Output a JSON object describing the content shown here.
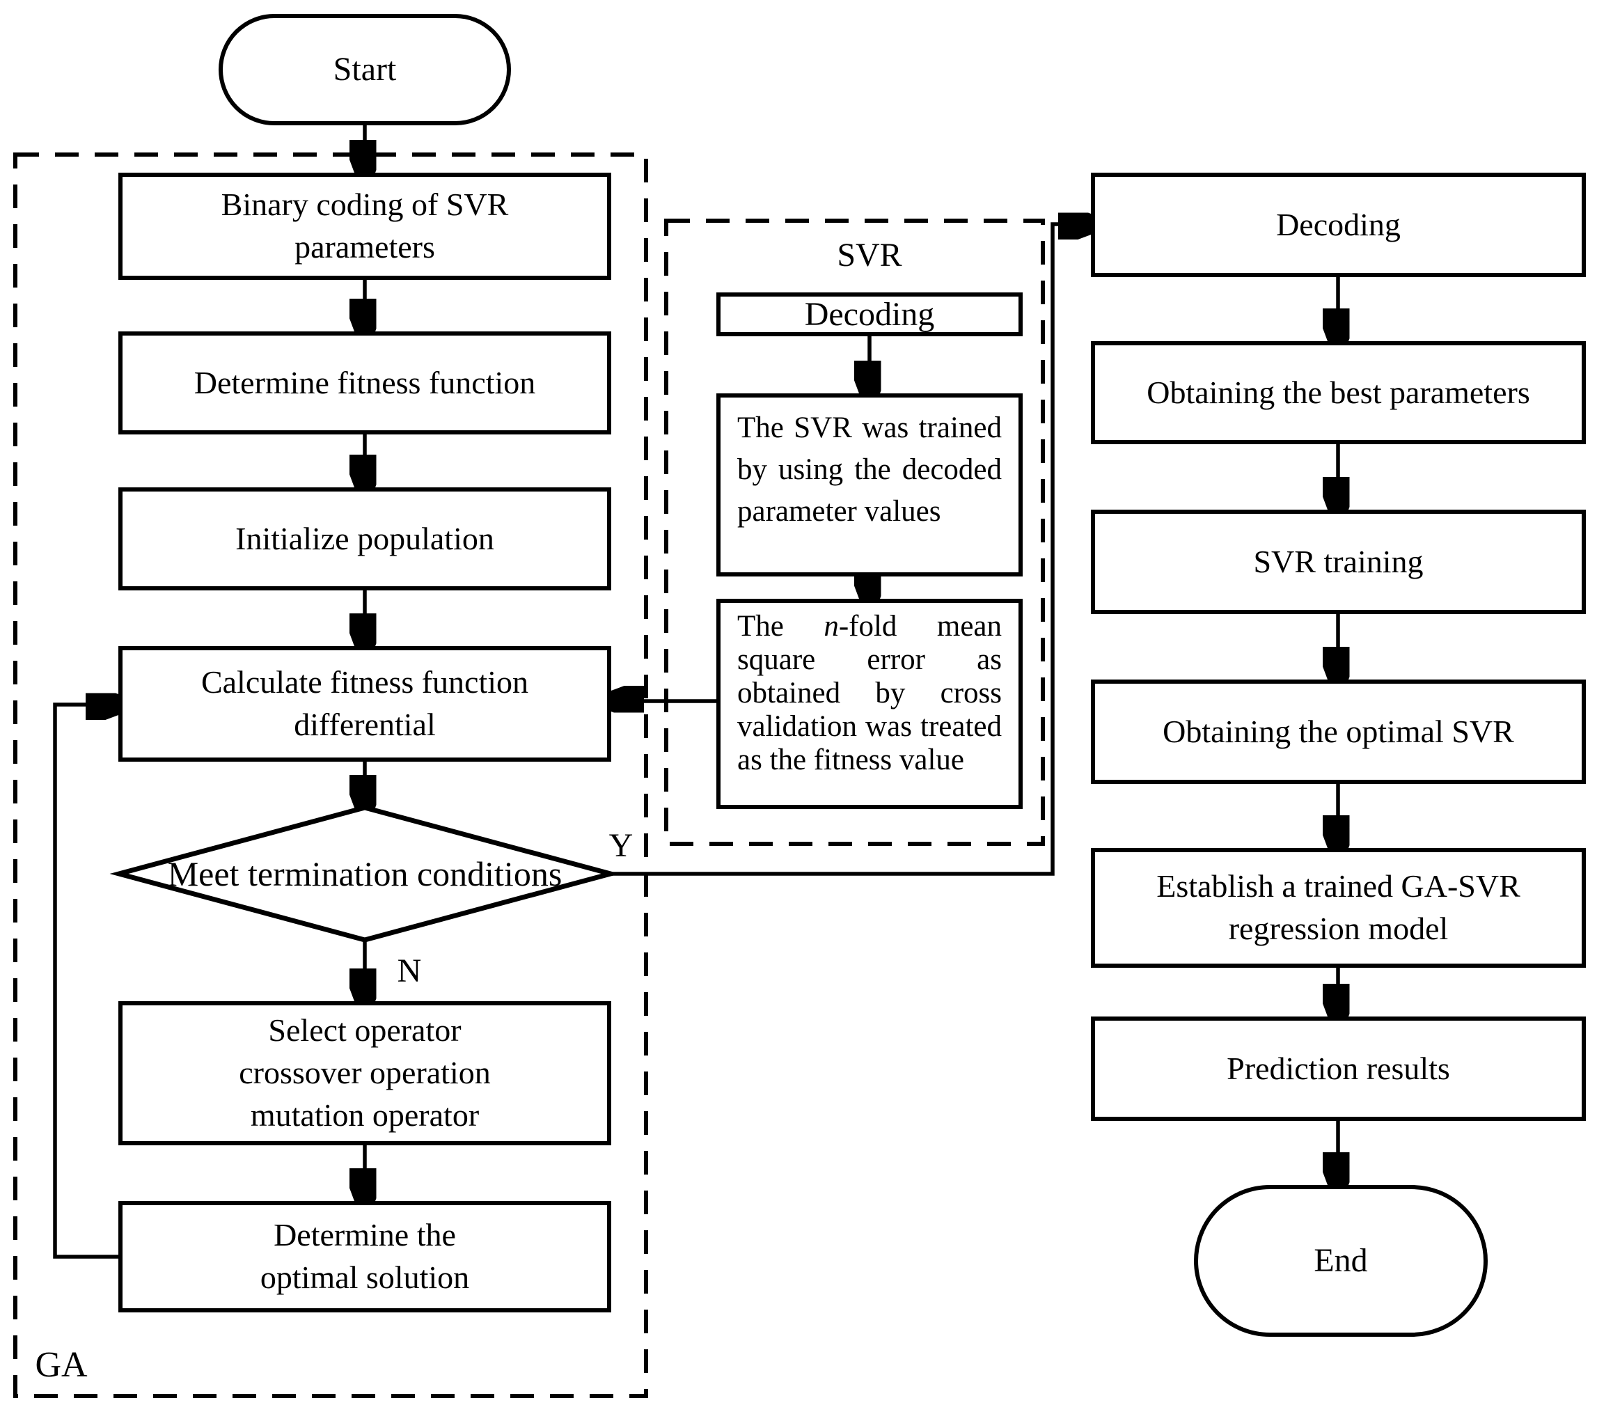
{
  "palette": {
    "ink": "#000000",
    "paper": "#ffffff"
  },
  "labels": {
    "start": "Start",
    "end": "End",
    "ga_group": "GA",
    "svr_group": "SVR",
    "yes": "Y",
    "no": "N"
  },
  "ga_flow": {
    "binary_coding": "Binary coding of SVR\nparameters",
    "determine_fitness": "Determine fitness function",
    "initialize_population": "Initialize population",
    "calculate_fitness": "Calculate fitness function\ndifferential",
    "termination_check": "Meet termination conditions",
    "genetic_operators": "Select operator\ncrossover operation\nmutation operator",
    "optimal_solution": "Determine the\noptimal solution"
  },
  "svr_flow": {
    "decoding": "Decoding",
    "train_with_decoded": "The SVR was trained by using the decoded parameter values",
    "fitness_prefix": "The ",
    "fitness_italic": "n",
    "fitness_rest": "-fold mean square error as obtained by cross validation was treated as the fitness value"
  },
  "output_flow": {
    "decoding": "Decoding",
    "best_parameters": "Obtaining the best parameters",
    "svr_training": "SVR training",
    "optimal_svr": "Obtaining the optimal SVR",
    "establish_model": "Establish a trained GA-SVR\nregression model",
    "prediction_results": "Prediction results"
  }
}
